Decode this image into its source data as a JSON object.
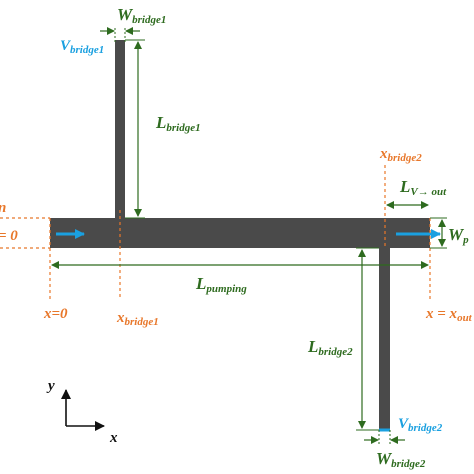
{
  "labels": {
    "w_bridge1": "W",
    "w_bridge1_sub": "bridge1",
    "v_bridge1": "V",
    "v_bridge1_sub": "bridge1",
    "l_bridge1": "L",
    "l_bridge1_sub": "bridge1",
    "x_bridge2_top": "x",
    "x_bridge2_top_sub": "bridge2",
    "l_v_out": "L",
    "l_v_out_sub": "V→ out",
    "w_pump": "W",
    "w_pump_sub": "p",
    "left_label_top": "n",
    "left_label_eq": "= 0",
    "l_pumping": "L",
    "l_pumping_sub": "pumping",
    "x_zero": "x=0",
    "x_bridge1": "x",
    "x_bridge1_sub": "bridge1",
    "x_out": "x = x",
    "x_out_sub": "out",
    "l_bridge2": "L",
    "l_bridge2_sub": "bridge2",
    "v_bridge2": "V",
    "v_bridge2_sub": "bridge2",
    "w_bridge2": "W",
    "w_bridge2_sub": "bridge2",
    "axis_y": "y",
    "axis_x": "x"
  },
  "colors": {
    "channel": "#4a4a4a",
    "dimension": "#2e6b1f",
    "position": "#e8772a",
    "velocity": "#1aa0e0",
    "axis": "#111111"
  }
}
